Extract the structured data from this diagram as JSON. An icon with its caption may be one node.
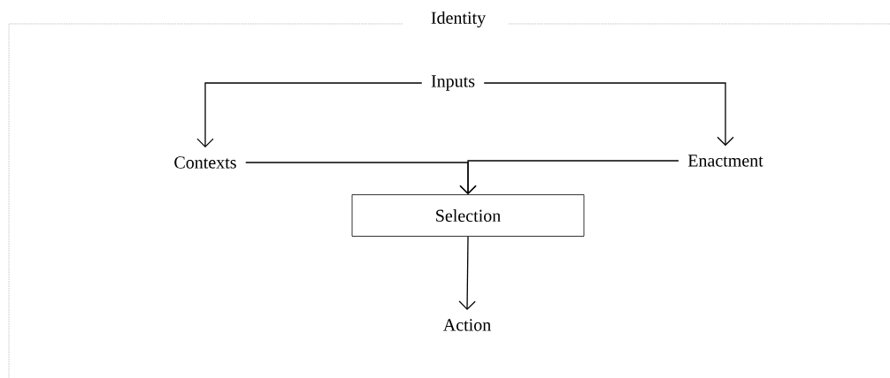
{
  "diagram": {
    "nodes": [
      {
        "text": [
          "Identity"
        ]
      },
      {
        "text": [
          "Inputs"
        ],
        "in": 0
      },
      {
        "text": [
          "Contexts"
        ],
        "in": 0
      },
      {
        "text": [
          "Enactment"
        ],
        "in": 0
      },
      {
        "text": [
          "Selection"
        ],
        "in": 0
      },
      {
        "text": [
          "Action"
        ],
        "in": 0
      }
    ],
    "edges": [
      {
        "from": 1,
        "to": 2,
        "arrow": "to"
      },
      {
        "from": 1,
        "to": 3,
        "arrow": "to"
      },
      {
        "from": 2,
        "to": 4,
        "arrow": "to"
      },
      {
        "from": 3,
        "to": 4,
        "arrow": "to"
      },
      {
        "from": 4,
        "to": 5,
        "arrow": "to"
      }
    ]
  }
}
